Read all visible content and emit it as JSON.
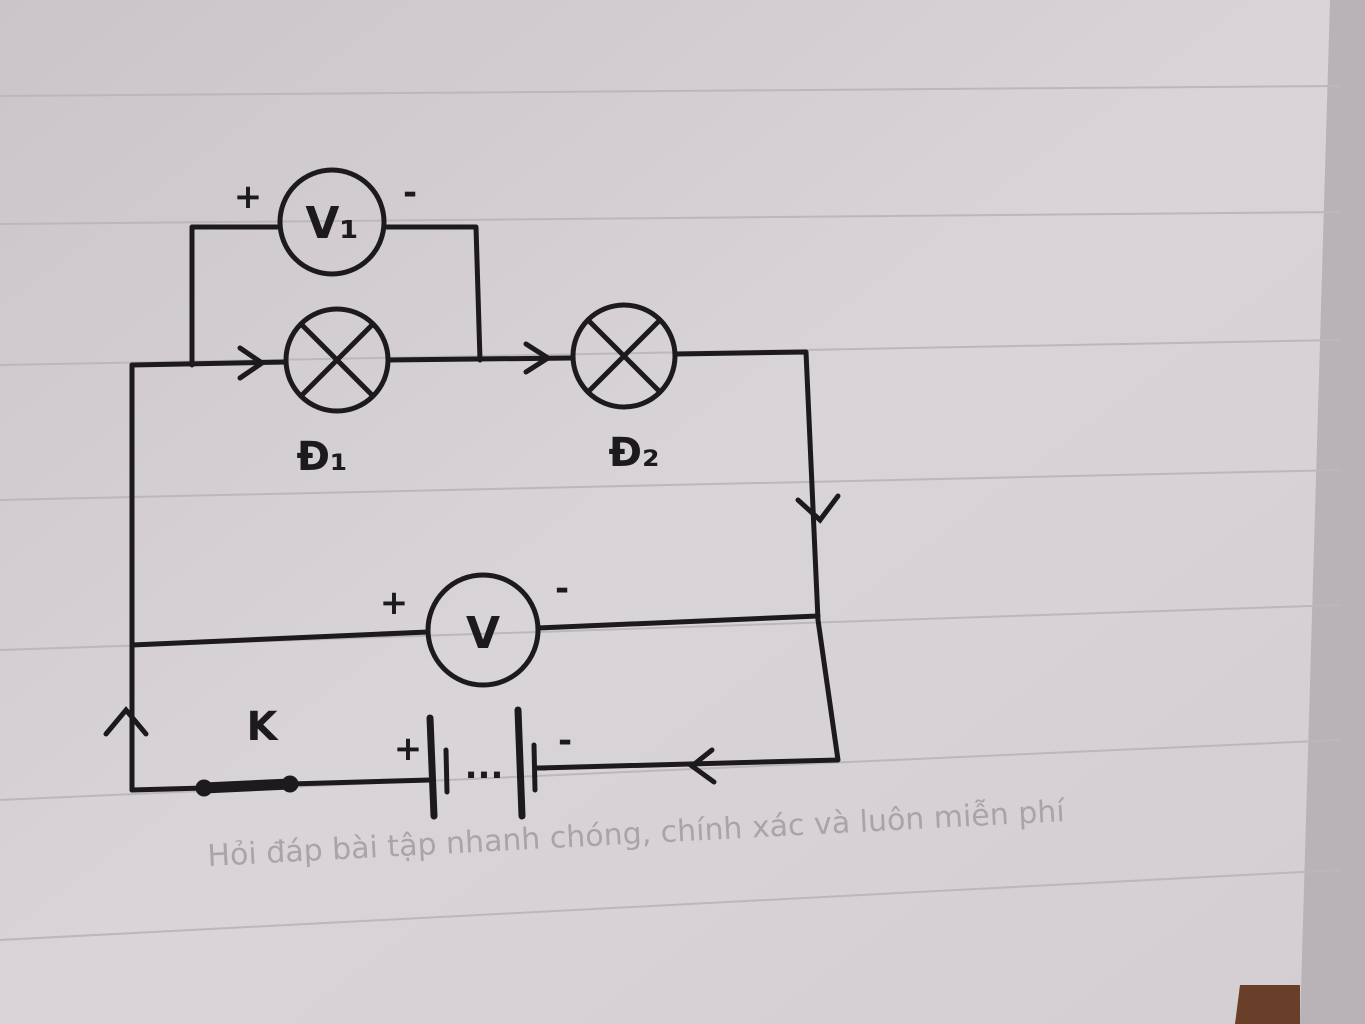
{
  "diagram": {
    "voltmeter_1": {
      "label": "V₁",
      "plus": "+",
      "minus": "-"
    },
    "voltmeter_main": {
      "label": "V",
      "plus": "+",
      "minus": "-"
    },
    "lamp_1": {
      "label": "Đ₁"
    },
    "lamp_2": {
      "label": "Đ₂"
    },
    "switch": {
      "label": "K"
    },
    "battery": {
      "plus": "+",
      "minus": "-",
      "dots": "..."
    }
  },
  "watermark": "Hỏi đáp bài tập nhanh chóng, chính xác và luôn miễn phí"
}
